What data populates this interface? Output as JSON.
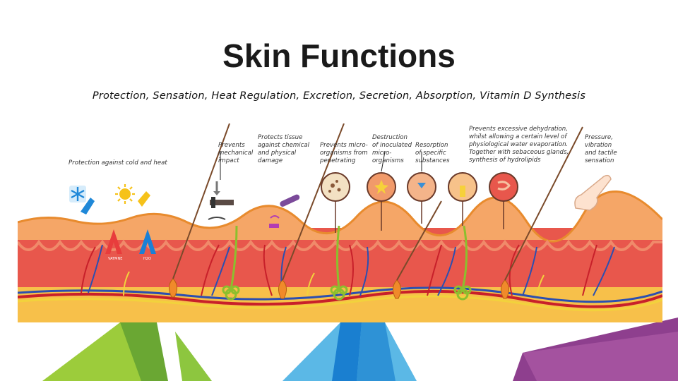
{
  "slide": {
    "title": "Skin Functions",
    "subtitle": "Protection, Sensation, Heat Regulation, Excretion, Secretion, Absorption, Vitamin D Synthesis"
  },
  "labels": [
    [
      "Protection against cold and heat"
    ],
    [
      "Prevents",
      "mechanical",
      "impact"
    ],
    [
      "Protects tissue",
      "against chemical",
      "and physical",
      "damage"
    ],
    [
      "Prevents micro-",
      "organisms from",
      "penetrating"
    ],
    [
      "Destruction",
      "of inoculated",
      "micro-",
      "organisms"
    ],
    [
      "Resorption",
      "of specific",
      "substances"
    ],
    [
      "Prevents excessive dehydration,",
      "whilst allowing a certain level of",
      "physiological water evaporation.",
      "Together with sebaceous glands,",
      "synthesis of hydrolipids"
    ],
    [
      "Pressure,",
      "vibration",
      "and tactile",
      "sensation"
    ]
  ],
  "arrow_labels": [
    "VATMNE",
    "H2O"
  ],
  "colors": {
    "epidermis": "#f4a25a",
    "dermis": "#e8534b",
    "fat": "#f6b93b",
    "artery": "#d4282c",
    "vein": "#2a58b5",
    "nerve": "#f0d23a",
    "green": "#7dbb3c",
    "blue": "#1a7fd0",
    "purple": "#8b3a8f"
  },
  "icons": [
    "snowflake-icon",
    "sun-icon",
    "weight-icon",
    "chemical-tube-icon",
    "microorganism-icon",
    "destruction-icon",
    "resorption-icon",
    "evaporation-icon",
    "gland-icon",
    "finger-icon"
  ]
}
